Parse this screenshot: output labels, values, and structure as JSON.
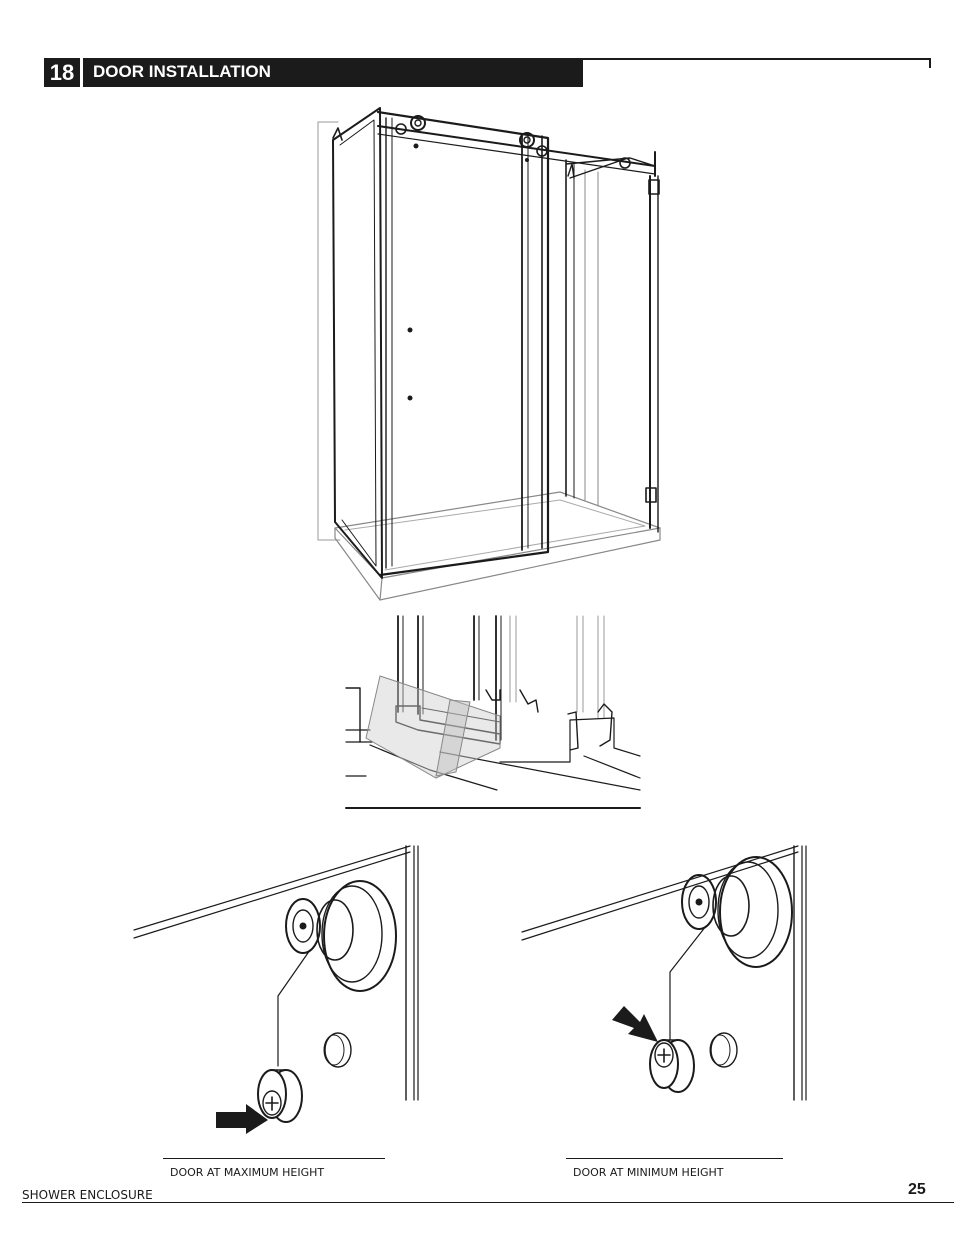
{
  "step": {
    "number": "18",
    "title": "DOOR INSTALLATION"
  },
  "captions": {
    "left": "DOOR AT MAXIMUM HEIGHT",
    "right": "DOOR AT MINIMUM HEIGHT"
  },
  "footer": {
    "product": "SHOWER ENCLOSURE",
    "page": "25"
  }
}
